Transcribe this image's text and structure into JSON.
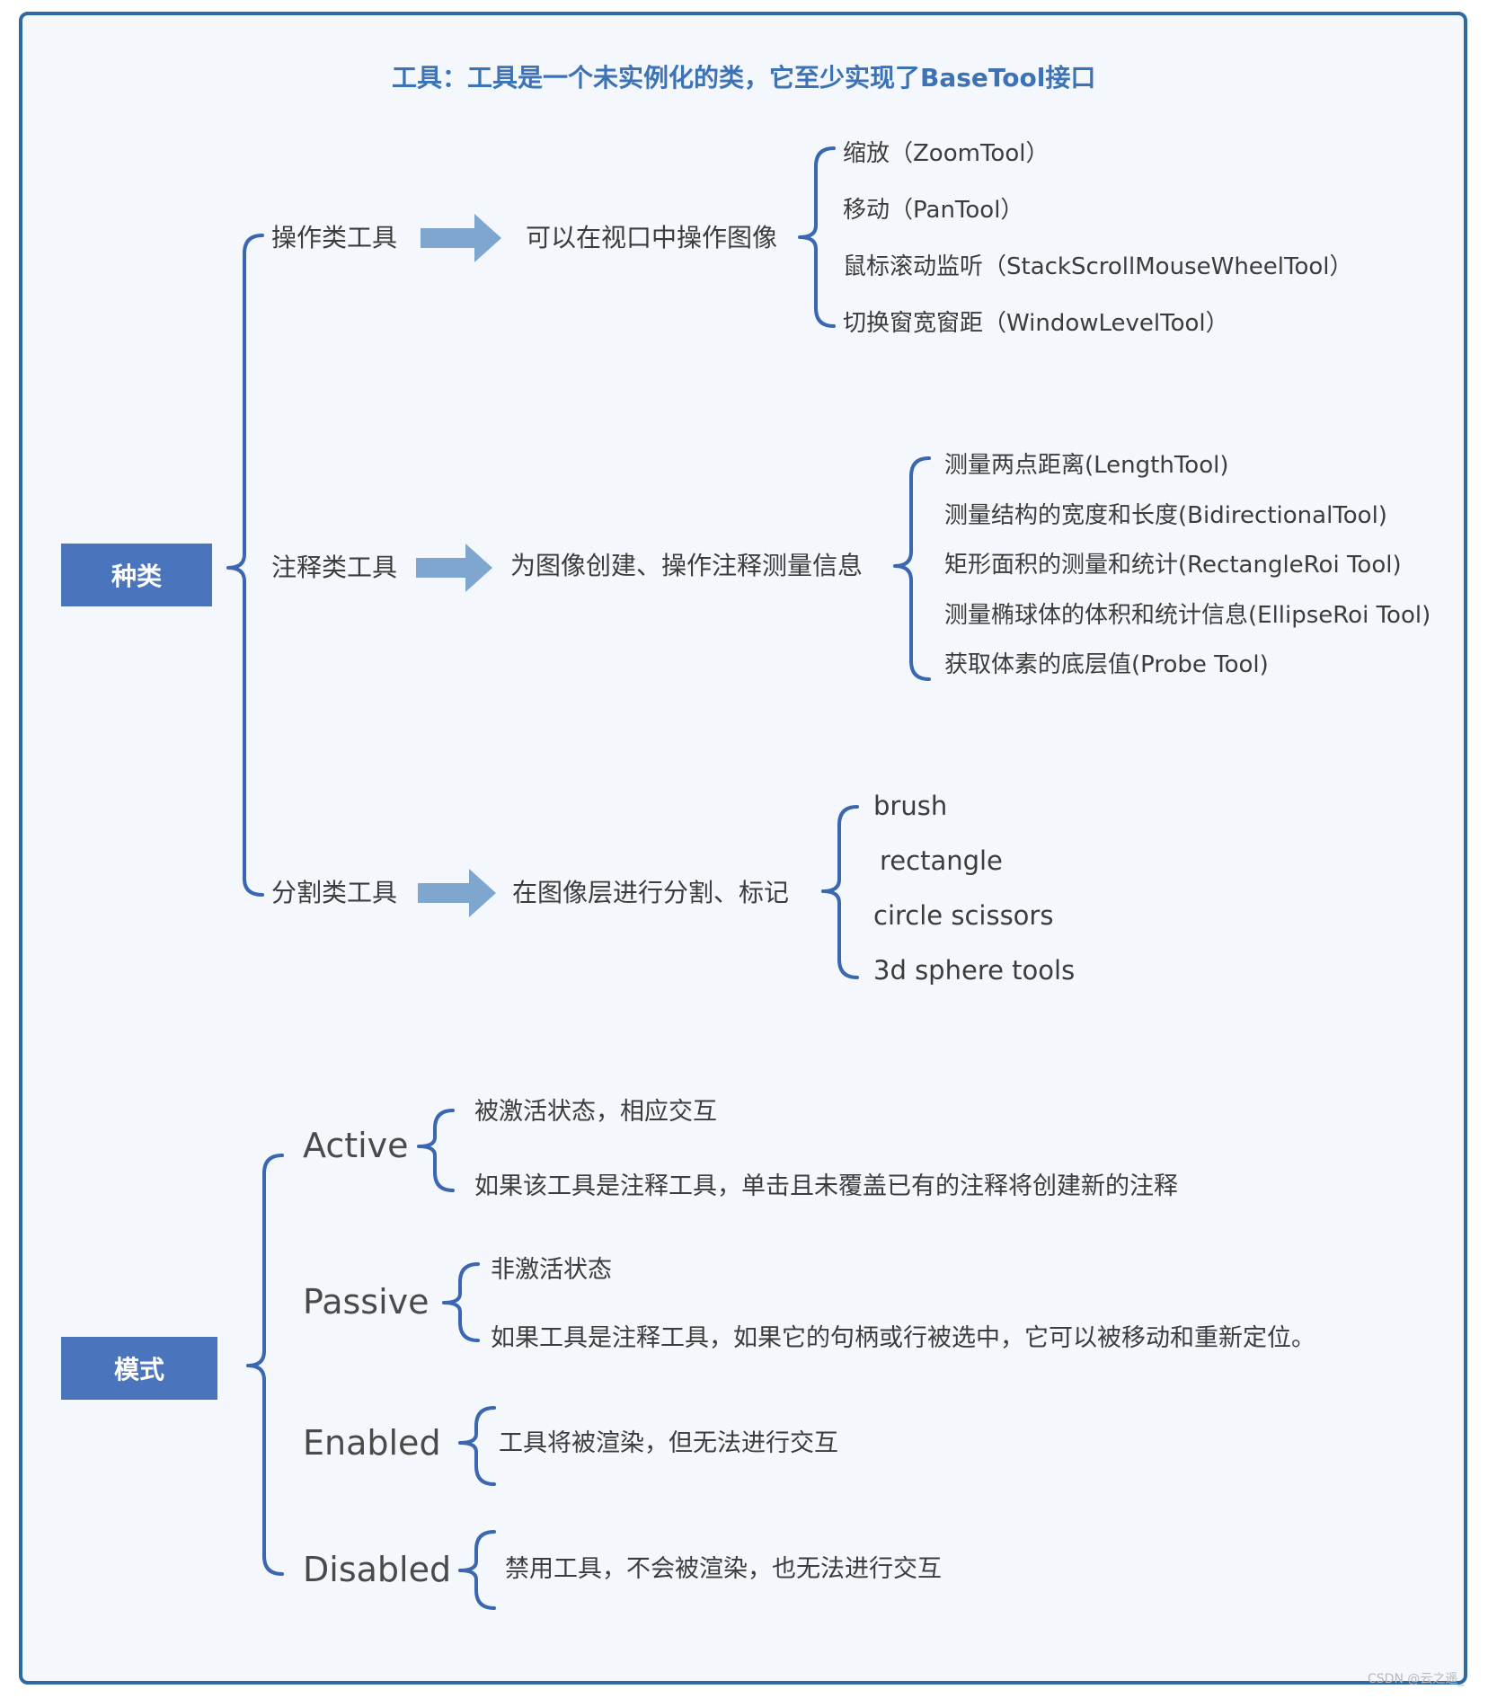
{
  "title": "工具：工具是一个未实例化的类，它至少实现了BaseTool接口",
  "kinds": {
    "label": "种类",
    "groups": [
      {
        "name": "操作类工具",
        "desc": "可以在视口中操作图像",
        "items": [
          "缩放（ZoomTool）",
          "移动（PanTool）",
          "鼠标滚动监听（StackScrollMouseWheelTool）",
          "切换窗宽窗距（WindowLevelTool）"
        ]
      },
      {
        "name": "注释类工具",
        "desc": "为图像创建、操作注释测量信息",
        "items": [
          "测量两点距离(LengthTool)",
          "测量结构的宽度和长度(BidirectionalTool)",
          "矩形面积的测量和统计(RectangleRoi Tool)",
          "测量椭球体的体积和统计信息(EllipseRoi Tool)",
          "获取体素的底层值(Probe Tool)"
        ]
      },
      {
        "name": "分割类工具",
        "desc": "在图像层进行分割、标记",
        "items": [
          "brush",
          "rectangle",
          "circle scissors",
          "3d sphere tools"
        ]
      }
    ]
  },
  "modes": {
    "label": "模式",
    "items": [
      {
        "name": "Active",
        "notes": [
          "被激活状态，相应交互",
          "如果该工具是注释工具，单击且未覆盖已有的注释将创建新的注释"
        ]
      },
      {
        "name": "Passive",
        "notes": [
          "非激活状态",
          "如果工具是注释工具，如果它的句柄或行被选中，它可以被移动和重新定位。"
        ]
      },
      {
        "name": "Enabled",
        "notes": [
          "工具将被渲染，但无法进行交互"
        ]
      },
      {
        "name": "Disabled",
        "notes": [
          "禁用工具，不会被渲染，也无法进行交互"
        ]
      }
    ]
  },
  "watermark": "CSDN @云之遥_",
  "colors": {
    "accent": "#4a75bd",
    "title": "#3c73b6",
    "arrow": "#7ea6cf",
    "bracket": "#3a67b0",
    "frame": "#2d6aa3"
  }
}
